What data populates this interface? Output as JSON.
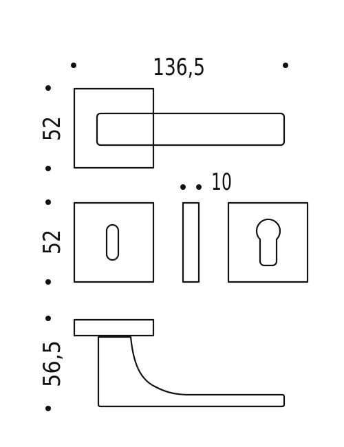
{
  "drawing": {
    "dim_width": "136,5",
    "dim_height_top": "52",
    "dim_height_middle": "52",
    "dim_thickness": "10",
    "dim_height_bottom": "56,5"
  }
}
